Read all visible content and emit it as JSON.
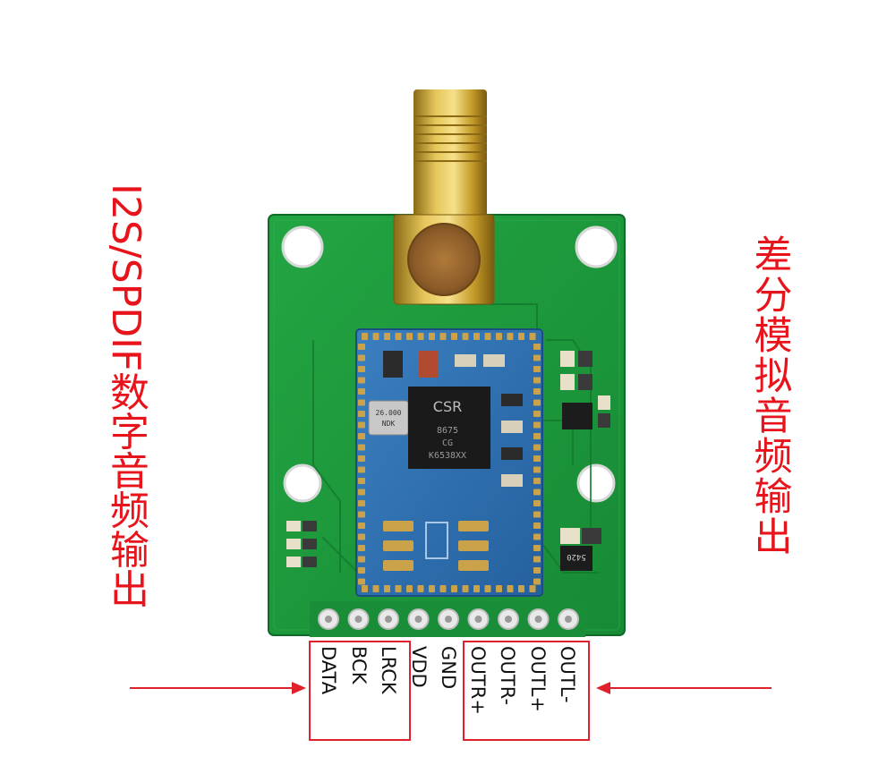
{
  "captions": {
    "left": "I2S/SPDIF数字音频输出",
    "right": "差分模拟音频输出"
  },
  "chip": {
    "brand": "CSR",
    "part_lines": [
      "8675",
      "CG",
      "K6538XX"
    ]
  },
  "crystal_text": [
    "26.000",
    "NDK"
  ],
  "transistor_mark": "5420",
  "pins": [
    {
      "label": "DATA"
    },
    {
      "label": "BCK"
    },
    {
      "label": "LRCK"
    },
    {
      "label": "VDD"
    },
    {
      "label": "GND"
    },
    {
      "label": "OUTR+"
    },
    {
      "label": "OUTR-"
    },
    {
      "label": "OUTL+"
    },
    {
      "label": "OUTL-"
    }
  ],
  "colors": {
    "pcb_green": "#1e9a3c",
    "module_blue": "#2f6fae",
    "annotation_red": "#e8141b",
    "gold": "#c9a227"
  }
}
